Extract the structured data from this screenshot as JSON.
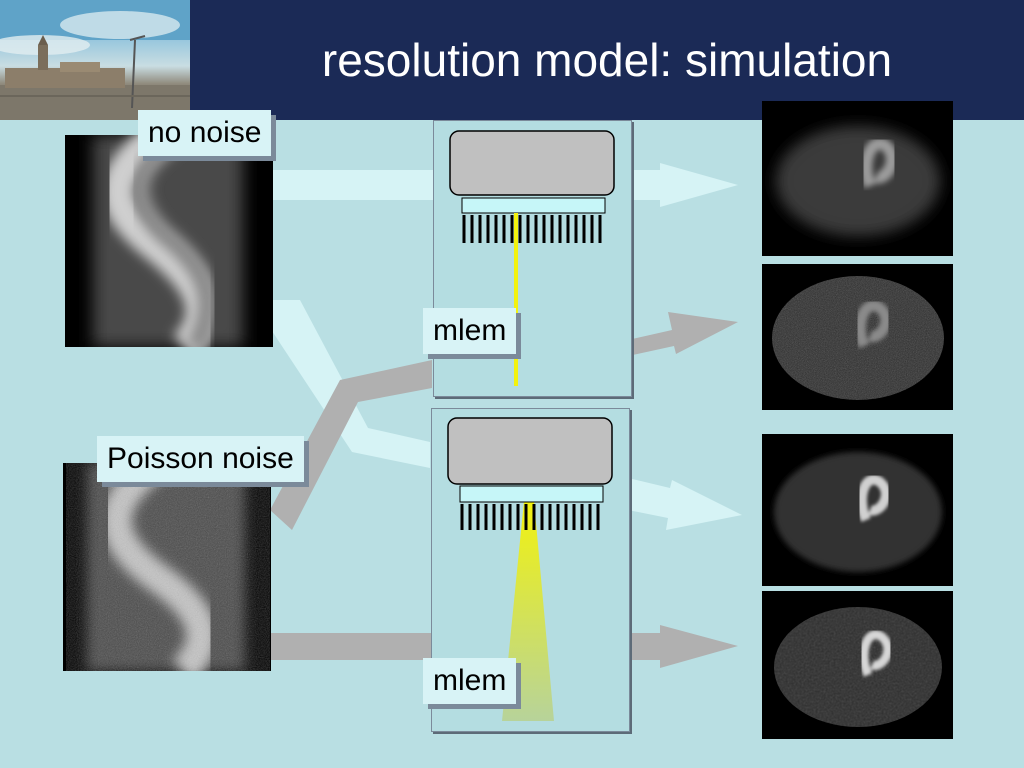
{
  "slide": {
    "title": "resolution model: simulation"
  },
  "labels": {
    "no_noise": "no noise",
    "poisson_noise": "Poisson noise",
    "mlem_top": "mlem",
    "mlem_bottom": "mlem"
  },
  "colors": {
    "header_bg": "#1b2a56",
    "slide_bg": "#b9dfe3",
    "light_arrow": "#d6f3f5",
    "gray_arrow": "#b0b0b0",
    "ray": "#f2f20e",
    "collimator_bar": "#c6f6f8",
    "detector_box": "#c0c0c0"
  },
  "icons": {
    "header_photo": "city-square-photo",
    "sinogram": "sinogram-image",
    "reconstruction": "heart-phantom-reconstruction",
    "camera": "gamma-camera-detector"
  }
}
